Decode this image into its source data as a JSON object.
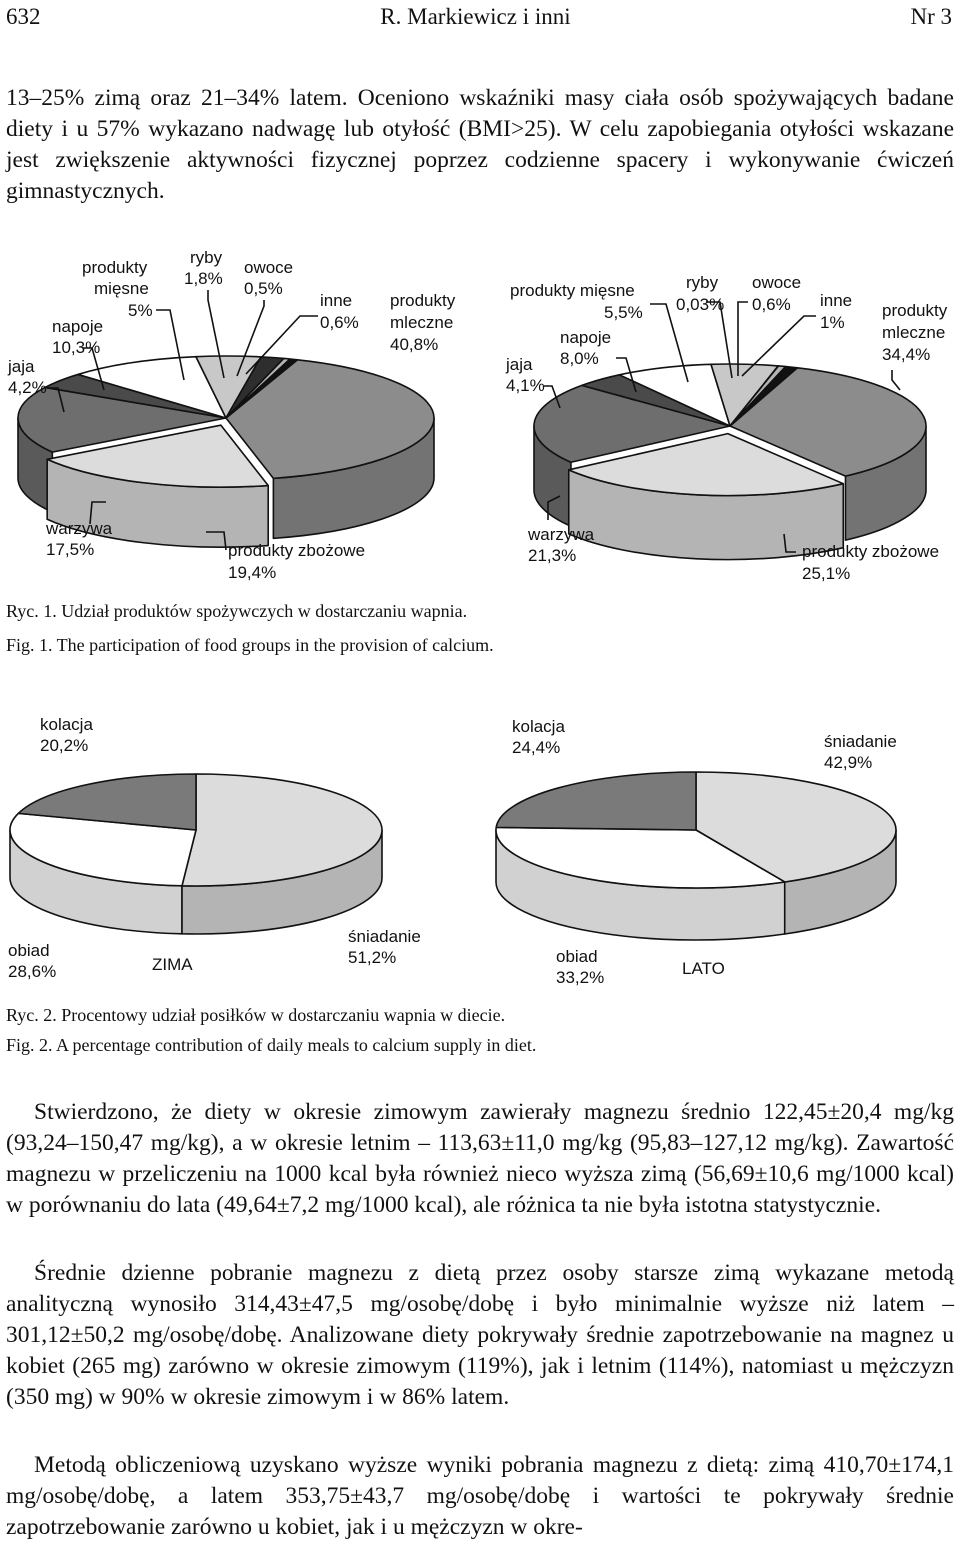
{
  "header": {
    "page_number": "632",
    "authors": "R. Markiewicz i inni",
    "issue": "Nr 3"
  },
  "intro_paragraph": "13–25% zimą oraz 21–34% latem. Oceniono wskaźniki masy ciała osób spożywających badane diety i u 57% wykazano nadwagę lub otyłość (BMI>25). W celu zapobiegania otyłości wskazane jest zwiększenie aktywności fizycznej poprzez codzienne spacery i wykonywanie ćwiczeń gimnastycznych.",
  "figure1": {
    "caption_pl": "Ryc. 1. Udział produktów spożywczych w dostarczaniu wapnia.",
    "caption_en": "Fig. 1. The participation of food groups in the provision of calcium."
  },
  "figure2": {
    "caption_pl": "Ryc. 2. Procentowy udział posiłków w dostarczaniu wapnia w diecie.",
    "caption_en": "Fig. 2. A percentage contribution of daily meals to calcium supply in diet."
  },
  "body_paragraphs": [
    "Stwierdzono, że diety w okresie zimowym zawierały magnezu średnio 122,45±20,4 mg/kg (93,24–150,47 mg/kg), a w okresie letnim – 113,63±11,0 mg/kg (95,83–127,12 mg/kg). Zawartość magnezu w przeliczeniu na 1000 kcal była również nieco wyższa zimą (56,69±10,6 mg/1000 kcal) w porównaniu do lata (49,64±7,2 mg/1000 kcal), ale różnica ta nie była istotna statystycznie.",
    "Średnie dzienne pobranie magnezu z dietą przez osoby starsze zimą wykazane metodą analityczną wynosiło 314,43±47,5 mg/osobę/dobę i było minimalnie wyższe niż latem – 301,12±50,2 mg/osobę/dobę. Analizowane diety pokrywały średnie zapotrzebowanie na magnez u kobiet (265 mg) zarówno w okresie zimowym (119%), jak i letnim (114%), natomiast u mężczyzn (350 mg) w 90% w okresie zimowym i w 86% latem.",
    "Metodą obliczeniową uzyskano wyższe wyniki pobrania magnezu z dietą: zimą 410,70±174,1 mg/osobę/dobę, a latem 353,75±43,7 mg/osobę/dobę i wartości te pokrywały średnie zapotrzebowanie zarówno u kobiet, jak i u mężczyzn w okre-"
  ],
  "chart_data": [
    {
      "type": "pie",
      "categories": [
        "produkty mleczne",
        "produkty zbożowe",
        "warzywa",
        "jaja",
        "napoje",
        "produkty mięsne",
        "ryby",
        "owoce",
        "inne"
      ],
      "values": [
        40.8,
        19.4,
        17.5,
        4.2,
        10.3,
        5,
        1.8,
        0.5,
        0.6
      ],
      "labels": [
        "40,8%",
        "19,4%",
        "17,5%",
        "4,2%",
        "10,3%",
        "5%",
        "1,8%",
        "0,5%",
        "0,6%"
      ],
      "colors": [
        "#8c8c8c",
        "#dcdcdc",
        "#6e6e6e",
        "#4a4a4a",
        "#ffffff",
        "#c8c8c8",
        "#2e2e2e",
        "#b4b4b4",
        "#111111"
      ],
      "exploded_index": 1
    },
    {
      "type": "pie",
      "categories": [
        "produkty mleczne",
        "produkty zbożowe",
        "warzywa",
        "jaja",
        "napoje",
        "produkty mięsne",
        "ryby",
        "owoce",
        "inne"
      ],
      "values": [
        34.4,
        25.1,
        21.3,
        4.1,
        8.0,
        5.5,
        0.03,
        0.6,
        1
      ],
      "labels": [
        "34,4%",
        "25,1%",
        "21,3%",
        "4,1%",
        "8,0%",
        "5,5%",
        "0,03%",
        "0,6%",
        "1%"
      ],
      "colors": [
        "#8c8c8c",
        "#dcdcdc",
        "#6e6e6e",
        "#4a4a4a",
        "#ffffff",
        "#c8c8c8",
        "#2e2e2e",
        "#b4b4b4",
        "#111111"
      ],
      "exploded_index": 1
    },
    {
      "type": "pie",
      "title": "ZIMA",
      "categories": [
        "śniadanie",
        "obiad",
        "kolacja"
      ],
      "values": [
        51.2,
        28.6,
        20.2
      ],
      "labels": [
        "51,2%",
        "28,6%",
        "20,2%"
      ],
      "colors": [
        "#dcdcdc",
        "#ffffff",
        "#7a7a7a"
      ]
    },
    {
      "type": "pie",
      "title": "LATO",
      "categories": [
        "śniadanie",
        "obiad",
        "kolacja"
      ],
      "values": [
        42.9,
        33.2,
        24.4
      ],
      "labels": [
        "42,9%",
        "33,2%",
        "24,4%"
      ],
      "colors": [
        "#dcdcdc",
        "#ffffff",
        "#7a7a7a"
      ]
    }
  ]
}
